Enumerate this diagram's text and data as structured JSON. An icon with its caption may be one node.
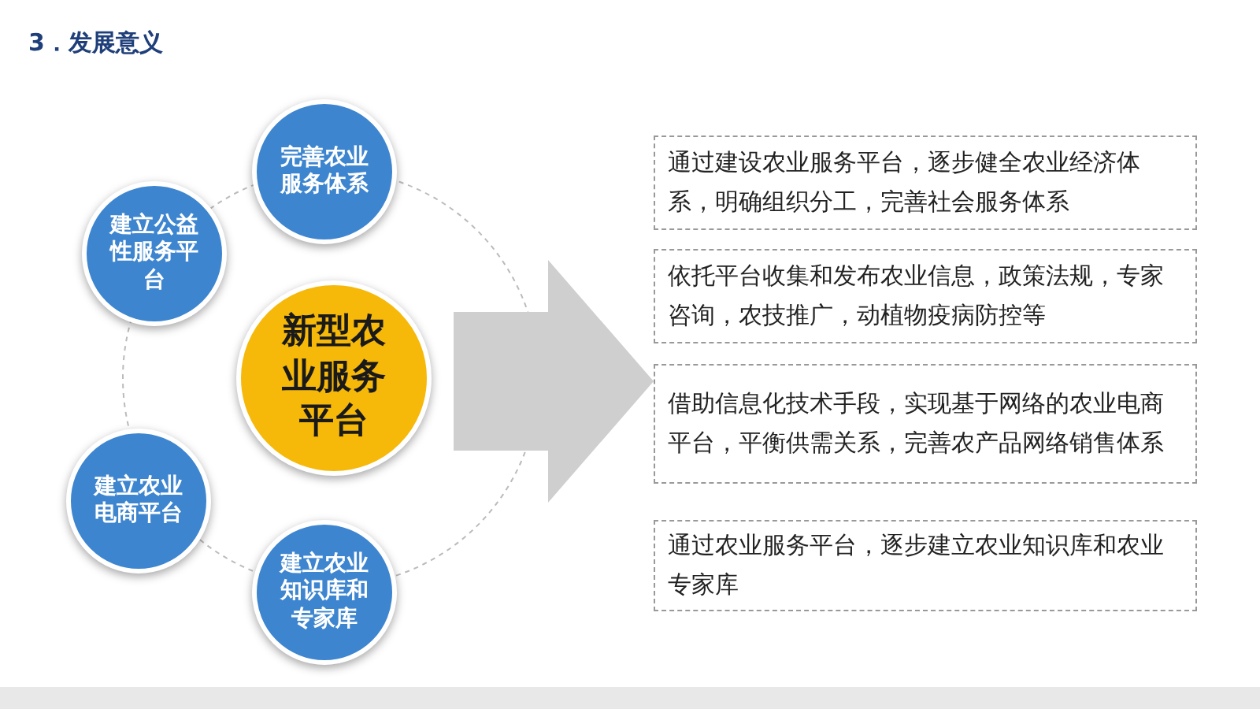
{
  "diagram": {
    "title": "3．发展意义",
    "nodes": [
      {
        "text": [
          "完善农业服务体系"
        ]
      },
      {
        "text": [
          "建立公益性服务平台"
        ]
      },
      {
        "text": [
          "新型农业服务平台"
        ]
      },
      {
        "text": [
          "建立农业电商平台"
        ]
      },
      {
        "text": [
          "建立农业知识库和专家库"
        ]
      },
      {
        "text": [
          "通过建设农业服务平台，逐步健全农业经济体系，明确组织分工，完善社会服务体系"
        ]
      },
      {
        "text": [
          "依托平台收集和发布农业信息，政策法规，专家咨询，农技推广，动植物疫病防控等"
        ]
      },
      {
        "text": [
          "借助信息化技术手段，实现基于网络的农业电商平台，平衡供需关系，完善农产品网络销售体系"
        ]
      },
      {
        "text": [
          "通过农业服务平台，逐步建立农业知识库和农业专家库"
        ]
      }
    ],
    "edges": [
      {
        "from": 2,
        "to": 7,
        "arrow": "to"
      }
    ]
  }
}
